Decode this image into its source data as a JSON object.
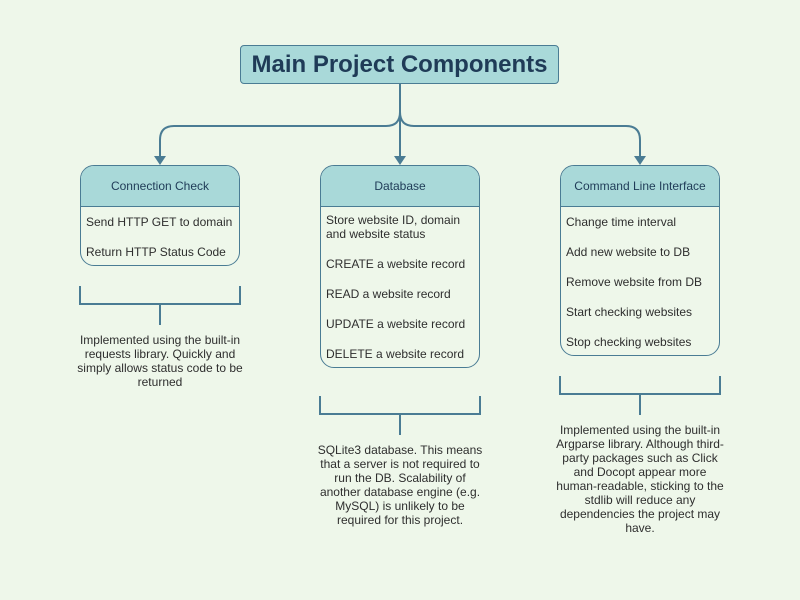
{
  "title": "Main Project Components",
  "colors": {
    "background": "#eef7ea",
    "box_fill": "#a9d9d9",
    "stroke": "#4a7c94",
    "title_text": "#1f3b57"
  },
  "columns": [
    {
      "header": "Connection Check",
      "items": [
        "Send HTTP GET to domain",
        "Return HTTP Status Code"
      ],
      "note": "Implemented using the built-in requests library. Quickly and simply allows status code to be returned"
    },
    {
      "header": "Database",
      "items": [
        "Store website ID, domain and website status",
        "CREATE a website record",
        "READ a website record",
        "UPDATE a website record",
        "DELETE a website record"
      ],
      "note": "SQLite3 database. This means that a server is not required to run the DB. Scalability of another database engine (e.g. MySQL) is unlikely to be required for this project."
    },
    {
      "header": "Command Line Interface",
      "items": [
        "Change time interval",
        "Add new website to DB",
        "Remove website from DB",
        "Start checking websites",
        "Stop checking websites"
      ],
      "note": "Implemented using the built-in Argparse library. Although third-party packages such as Click and Docopt appear more human-readable, sticking to the stdlib will reduce any dependencies the project may have."
    }
  ]
}
